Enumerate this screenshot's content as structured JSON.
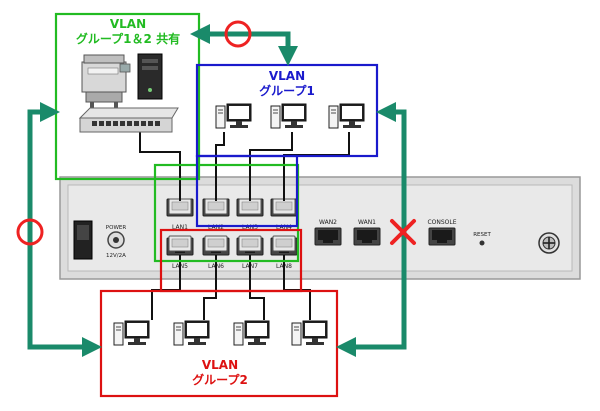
{
  "groups": {
    "shared": {
      "line1": "VLAN",
      "line2": "グループ1＆2 共有",
      "color": "#22bb22"
    },
    "group1": {
      "line1": "VLAN",
      "line2": "グループ1",
      "color": "#1a1acc"
    },
    "group2": {
      "line1": "VLAN",
      "line2": "グループ2",
      "color": "#dd1111"
    }
  },
  "router": {
    "power_label": "POWER",
    "power_rating": "12V/2A",
    "lan_top": [
      "LAN1",
      "LAN2",
      "LAN3",
      "LAN4"
    ],
    "lan_bottom": [
      "LAN5",
      "LAN6",
      "LAN7",
      "LAN8"
    ],
    "wan": [
      "WAN2",
      "WAN1"
    ],
    "console_label": "CONSOLE",
    "reset_label": "RESET"
  },
  "legend": {
    "allowed_icon": "circle-mark-icon",
    "blocked_icon": "cross-mark-icon"
  },
  "colors": {
    "arrow": "#1a8a6a",
    "allowed": "#ee2222",
    "blocked": "#ee2222"
  }
}
